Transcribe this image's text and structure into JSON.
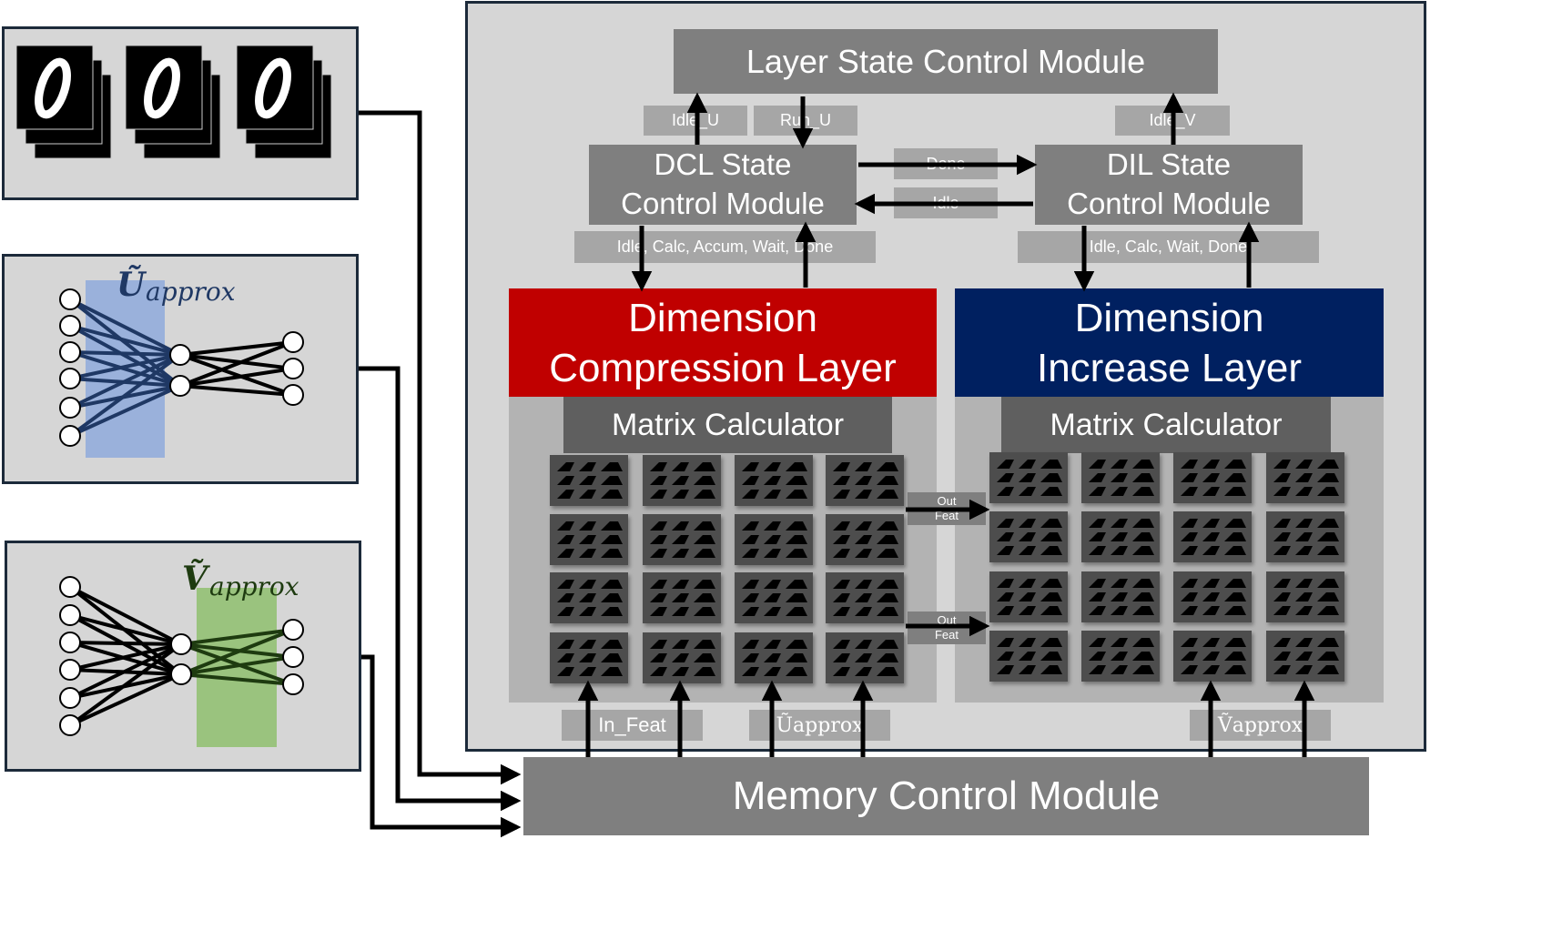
{
  "inputs": {
    "u_approx": "Ũ approx",
    "v_approx": "Ṽ approx"
  },
  "modules": {
    "layer_state": "Layer State Control Module",
    "dcl_state_line1": "DCL State",
    "dcl_state_line2": "Control Module",
    "dil_state_line1": "DIL State",
    "dil_state_line2": "Control Module",
    "dcl_line1": "Dimension",
    "dcl_line2": "Compression Layer",
    "dil_line1": "Dimension",
    "dil_line2": "Increase Layer",
    "matrix_calc_left": "Matrix Calculator",
    "matrix_calc_right": "Matrix Calculator",
    "memory": "Memory Control Module"
  },
  "signals": {
    "idle_u": "Idle_U",
    "run_u": "Run_U",
    "idle_v": "Idle_V",
    "done": "Done",
    "idle": "Idle",
    "dcl_states": "Idle, Calc, Accum, Wait, Done",
    "dil_states": "Idle, Calc, Wait, Done",
    "out_feat_1_line1": "Out",
    "out_feat_1_line2": "Feat",
    "out_feat_2_line1": "Out",
    "out_feat_2_line2": "Feat",
    "in_feat": "In_Feat",
    "u_approx_bus": "Ũapprox",
    "v_approx_bus": "Ṽapprox"
  },
  "colors": {
    "compression": "#c00000",
    "increase": "#002060",
    "u_highlight": "#8faadc",
    "v_highlight": "#8fbf6f",
    "panel_border": "#1c2a3a"
  }
}
